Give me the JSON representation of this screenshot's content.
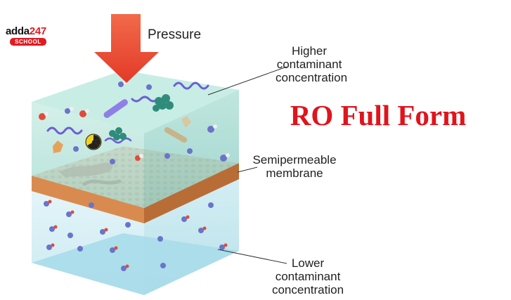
{
  "logo": {
    "brand": "adda",
    "number": "247",
    "tag": "SCHOOL"
  },
  "title": "RO Full Form",
  "labels": {
    "pressure": "Pressure",
    "higher_line1": "Higher",
    "higher_line2": "contaminant",
    "higher_line3": "concentration",
    "membrane_line1": "Semipermeable",
    "membrane_line2": "membrane",
    "lower_line1": "Lower",
    "lower_line2": "contaminant",
    "lower_line3": "concentration"
  },
  "colors": {
    "title": "#e0141c",
    "arrow": "#e8402e",
    "membrane": "#d88a55",
    "upper_water": "#bfe3de",
    "lower_water": "#cfecf5"
  }
}
